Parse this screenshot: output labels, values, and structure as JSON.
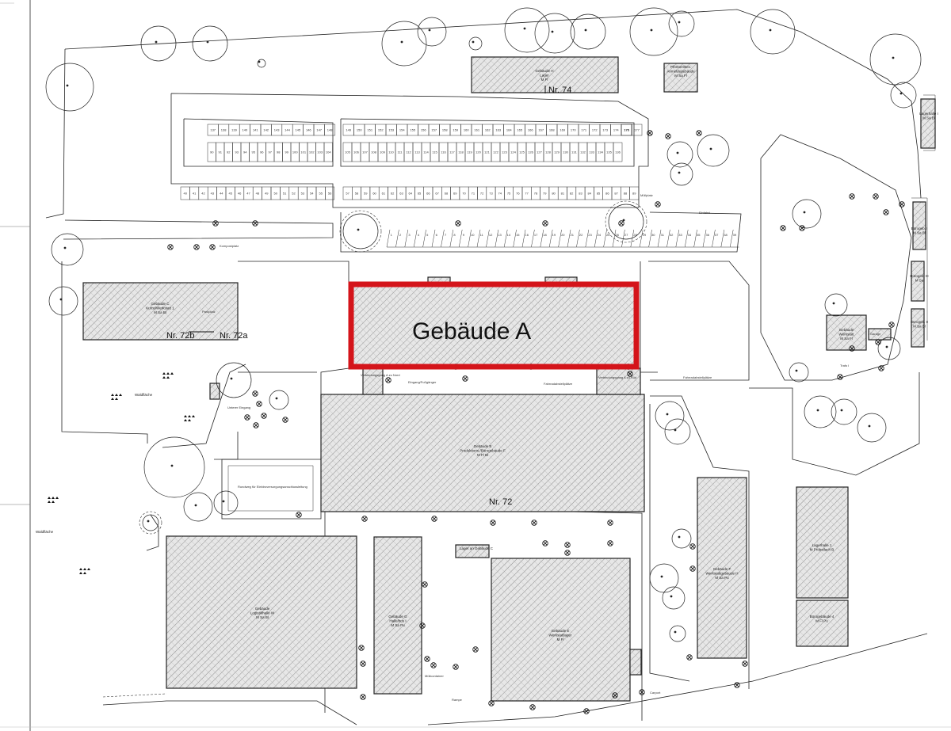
{
  "highlight": {
    "label": "Gebäude A",
    "color": "#d4141a"
  },
  "street_numbers": {
    "nr74": "Nr. 74",
    "nr72b": "Nr. 72b",
    "nr72a": "Nr. 72a",
    "nr72": "Nr. 72"
  },
  "buildings": {
    "h": {
      "lines": [
        "Gebäude H",
        "Lager",
        "M Fl"
      ]
    },
    "pm": {
      "lines": [
        "Pförtner/Bev.",
        "Anmeldegebäude",
        "M Sa Fl"
      ]
    },
    "c": {
      "lines": [
        "Gebäude C",
        "Kunst/Werkstatt 1",
        "M Sa Bl"
      ]
    },
    "b": {
      "lines": [
        "Gebäude B",
        "Produktions-/Bürogebäude F",
        "M Fl Bl"
      ]
    },
    "d": {
      "lines": [
        "Gebäude",
        "Logistikhalle W",
        "M Sa Bl"
      ]
    },
    "g": {
      "lines": [
        "Gebäude G",
        "Halle/hus I",
        "M Sa Pu"
      ]
    },
    "e": {
      "lines": [
        "Gebäude E",
        "Werkstattlager",
        "M Fl"
      ]
    },
    "f": {
      "lines": [
        "Gebäude F",
        "Werkstattgebäude H",
        "M Sa Pu"
      ]
    },
    "lager2": {
      "lines": [
        "Lagerhalle 1",
        "M Pröbstlach B"
      ]
    },
    "buero4": {
      "lines": [
        "Bürogebäude 4",
        "M Fl Pu"
      ]
    },
    "werkstatt": {
      "lines": [
        "Gebäude",
        "Werkstatt",
        "M Sa Fl"
      ]
    },
    "lagerhalle1": {
      "lines": [
        "Lagerhalle I",
        "M Sa Bl"
      ]
    },
    "buerogeb1": {
      "lines": [
        "Bürogeb. I",
        "M Sa Bl"
      ]
    },
    "buerogebiii": {
      "lines": [
        "Bürogeb. III",
        "M Sa"
      ]
    },
    "buerogebii": {
      "lines": [
        "Bürogeb. II",
        "M Sa Bl"
      ]
    }
  },
  "labels": {
    "wald_top": "Waldfläche",
    "wald_left": "Waldfläche",
    "lager_c": "Lager an Gebäude C",
    "garage": "Garage",
    "fahrrad": "Fahrradabstellplätze",
    "verbindung": "Verbindungsgang A zu Nord",
    "verbindung2": "Verbindungsgang A zu Süd",
    "eingang": "Eingang/Fußgänger",
    "einstellplatz": "Fahrradabstellplätze",
    "kompost": "Kompostplatz",
    "parkplatz": "Parkplatz",
    "einfahrt": "Einfahrt",
    "rundweg": "Rundweg für Elektroversorgungsanschlussleitung",
    "unterer_eingang": "Unterer Eingang",
    "traf": "Trafo I",
    "muell": "Müllcontainer",
    "muellplatz": "Müllplatz",
    "rampe": "Rampe",
    "carport": "Carport"
  },
  "parking_rows": {
    "row1a": [
      "137",
      "138",
      "139",
      "140",
      "141",
      "142",
      "143",
      "144",
      "145",
      "146",
      "147",
      "148"
    ],
    "row1b": [
      "149",
      "150",
      "151",
      "152",
      "153",
      "154",
      "155",
      "156",
      "157",
      "158",
      "159",
      "160",
      "161",
      "162",
      "163",
      "164",
      "165",
      "166",
      "167",
      "168",
      "169",
      "170",
      "171",
      "172",
      "173",
      "174",
      "175"
    ],
    "row1c": [
      "176",
      "177"
    ],
    "row2a": [
      "90",
      "91",
      "92",
      "93",
      "94",
      "95",
      "96",
      "97",
      "98",
      "99",
      "100",
      "101",
      "102",
      "103",
      "104"
    ],
    "row2b": [
      "105",
      "106",
      "107",
      "108",
      "109",
      "110",
      "111",
      "112",
      "113",
      "114",
      "115",
      "116",
      "117",
      "118",
      "119",
      "120",
      "121",
      "122",
      "123",
      "124",
      "125",
      "126",
      "127",
      "128",
      "129",
      "130",
      "131",
      "132",
      "133",
      "134",
      "135",
      "136"
    ],
    "row3a": [
      "40",
      "41",
      "42",
      "43",
      "44",
      "45",
      "46",
      "47",
      "48",
      "49",
      "50",
      "51",
      "52",
      "53",
      "54",
      "55",
      "56"
    ],
    "row3b": [
      "57",
      "58",
      "59",
      "60",
      "61",
      "62",
      "63",
      "64",
      "65",
      "66",
      "67",
      "68",
      "69",
      "70",
      "71",
      "72",
      "73",
      "74",
      "75",
      "76",
      "77",
      "78",
      "79",
      "80",
      "81",
      "82",
      "83",
      "84",
      "85",
      "86",
      "87",
      "88",
      "89"
    ],
    "row4": [
      "1",
      "2",
      "3",
      "4",
      "5",
      "6",
      "7",
      "8",
      "9",
      "10",
      "11",
      "12",
      "13",
      "14",
      "15",
      "16",
      "17",
      "18",
      "19",
      "20",
      "21",
      "22",
      "23",
      "24",
      "25",
      "26",
      "27",
      "28",
      "29",
      "30",
      "31",
      "32",
      "33",
      "34",
      "35",
      "36",
      "37",
      "38",
      "39"
    ]
  },
  "colors": {
    "ink": "#222222",
    "hatch": "#9a9a9a",
    "highlight": "#d4141a",
    "background": "#ffffff"
  }
}
